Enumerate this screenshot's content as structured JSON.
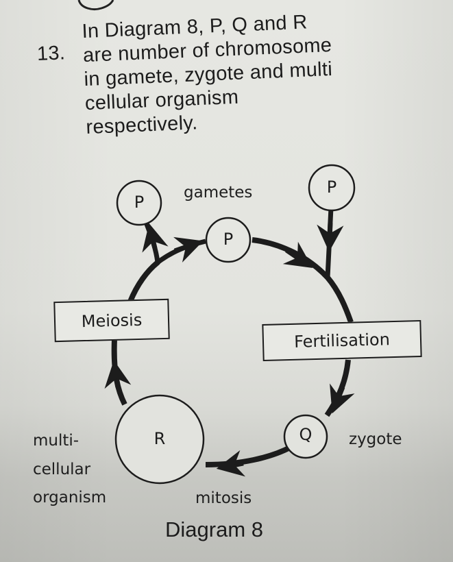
{
  "question": {
    "number": "13.",
    "lines": [
      "In Diagram 8, P, Q and R",
      "are number of chromosome",
      "in gamete, zygote and multi",
      "cellular organism",
      "respectively."
    ]
  },
  "diagram": {
    "caption": "Diagram 8",
    "labels": {
      "gametes": "gametes",
      "zygote": "zygote",
      "mitosis": "mitosis",
      "organism": [
        "multi-",
        "cellular",
        "organism"
      ]
    },
    "boxes": {
      "meiosis": "Meiosis",
      "fertilisation": "Fertilisation"
    },
    "nodes": {
      "gamete_left": "P",
      "gamete_center": "P",
      "gamete_right": "P",
      "zygote": "Q",
      "organism": "R"
    }
  }
}
